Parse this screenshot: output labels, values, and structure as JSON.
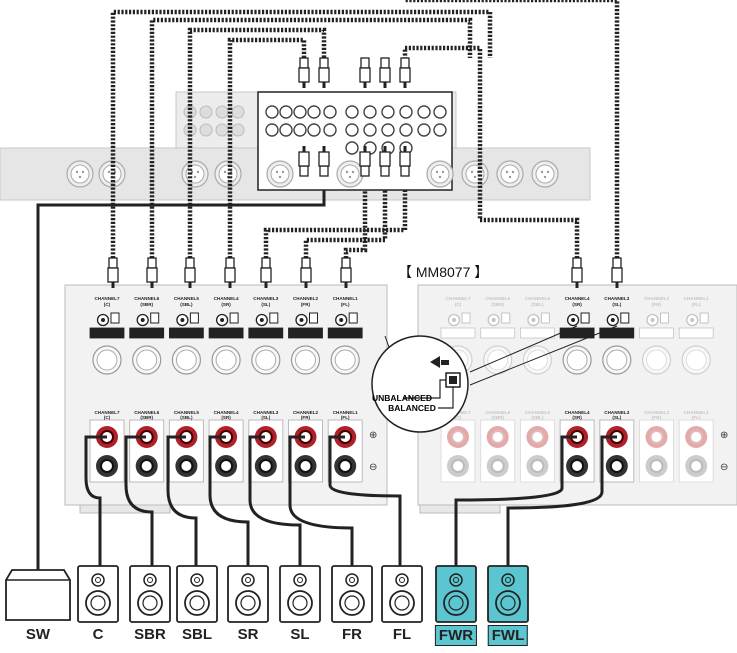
{
  "model_label": "【 MM8077 】",
  "callout": {
    "top": "UNBALANCED",
    "bottom": "BALANCED"
  },
  "main_amp_channels": [
    {
      "name": "CHANNEL7",
      "sub": "(C)"
    },
    {
      "name": "CHANNEL6",
      "sub": "(SBR)"
    },
    {
      "name": "CHANNEL5",
      "sub": "(SBL)"
    },
    {
      "name": "CHANNEL4",
      "sub": "(SR)"
    },
    {
      "name": "CHANNEL3",
      "sub": "(SL)"
    },
    {
      "name": "CHANNEL2",
      "sub": "(FR)"
    },
    {
      "name": "CHANNEL1",
      "sub": "(FL)"
    }
  ],
  "second_amp_channels": [
    {
      "name": "CHANNEL7",
      "sub": "(C)"
    },
    {
      "name": "CHANNEL6",
      "sub": "(SBR)"
    },
    {
      "name": "CHANNEL5",
      "sub": "(SBL)"
    },
    {
      "name": "CHANNEL4",
      "sub": "(SR)"
    },
    {
      "name": "CHANNEL3",
      "sub": "(SL)"
    },
    {
      "name": "CHANNEL2",
      "sub": "(FR)"
    },
    {
      "name": "CHANNEL1",
      "sub": "(FL)"
    }
  ],
  "speakers": [
    {
      "label": "SW",
      "highlight": false
    },
    {
      "label": "C",
      "highlight": false
    },
    {
      "label": "SBR",
      "highlight": false
    },
    {
      "label": "SBL",
      "highlight": false
    },
    {
      "label": "SR",
      "highlight": false
    },
    {
      "label": "SL",
      "highlight": false
    },
    {
      "label": "FR",
      "highlight": false
    },
    {
      "label": "FL",
      "highlight": false
    },
    {
      "label": "FWR",
      "highlight": true
    },
    {
      "label": "FWL",
      "highlight": true
    }
  ],
  "colors": {
    "highlight": "#5cc6d0",
    "terminal_red": "#b0202a",
    "panel_gray": "#d9d9d9",
    "panel_stroke": "#b8b8b8",
    "cable": "#222222"
  }
}
